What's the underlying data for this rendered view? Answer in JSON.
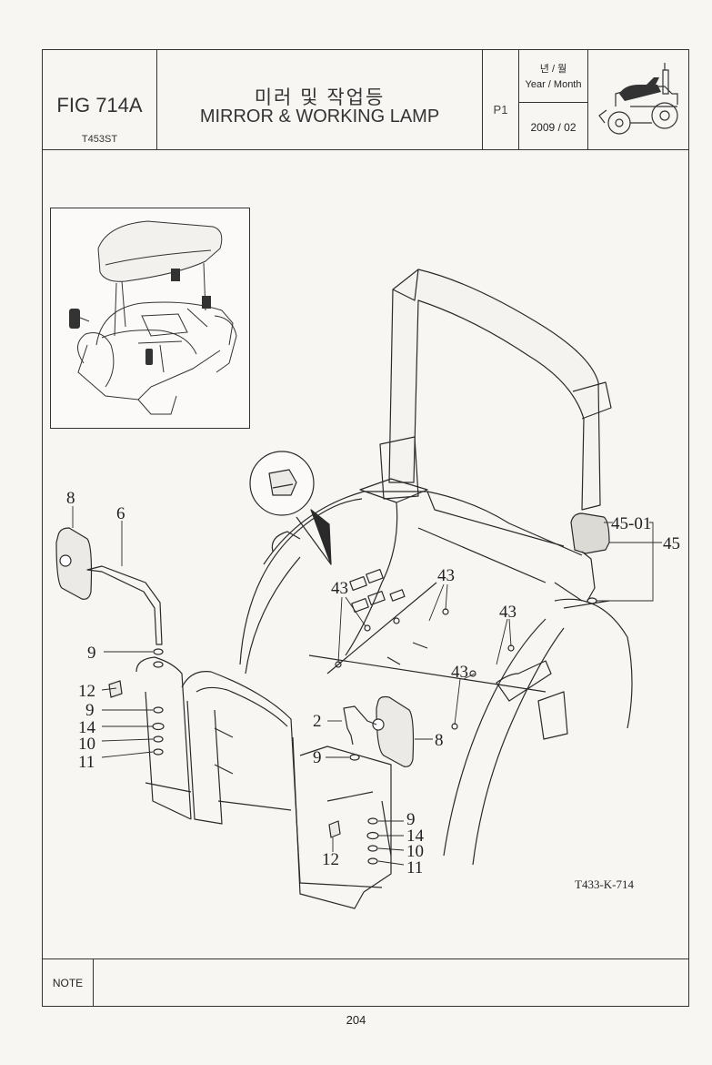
{
  "header": {
    "fig_no": "FIG 714A",
    "model": "T453ST",
    "title_kr": "미러 및 작업등",
    "title_en": "MIRROR & WORKING LAMP",
    "page_ref": "P1",
    "year_month_kr": "년 / 월",
    "year_month_en": "Year / Month",
    "date": "2009 / 02"
  },
  "callouts": {
    "c8a": "8",
    "c6": "6",
    "c9a": "9",
    "c12a": "12",
    "c9b": "9",
    "c14a": "14",
    "c10a": "10",
    "c11a": "11",
    "c43a": "43",
    "c43b": "43",
    "c43c": "43",
    "c43d": "43",
    "c4501": "45-01",
    "c45": "45",
    "c2": "2",
    "c9c": "9",
    "c8b": "8",
    "c9d": "9",
    "c14b": "14",
    "c10b": "10",
    "c11b": "11",
    "c12b": "12"
  },
  "figure_code": "T433-K-714",
  "footer": {
    "note_label": "NOTE"
  },
  "page_number": "204"
}
